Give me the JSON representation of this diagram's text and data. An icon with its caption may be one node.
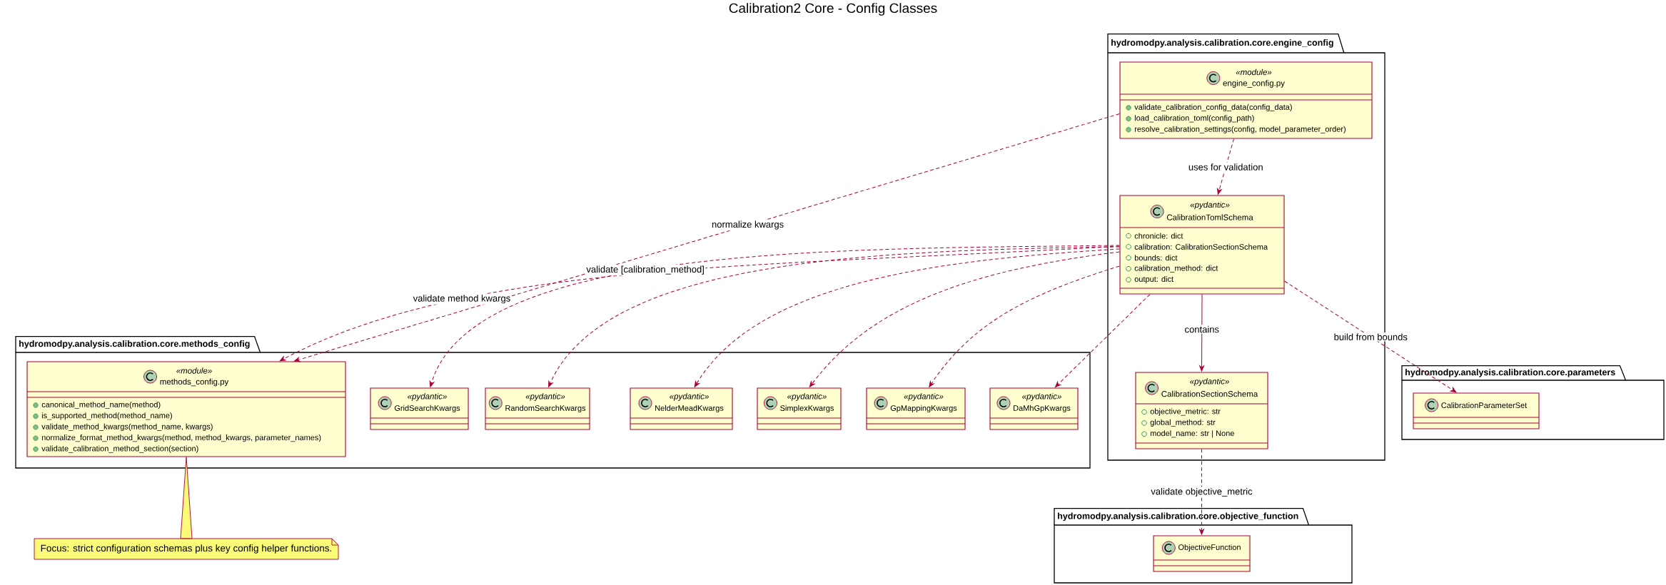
{
  "diagram": {
    "title": "Calibration2 Core - Config Classes",
    "nodes": [
      {
        "text": [
          "hydromodpy.analysis.calibration.core.engine_config"
        ]
      },
      {
        "text": [
          "«module»",
          "engine_config.py",
          "validate_calibration_config_data(config_data)",
          "load_calibration_toml(config_path)",
          "resolve_calibration_settings(config, model_parameter_order)"
        ],
        "in": 0
      },
      {
        "text": [
          "«pydantic»",
          "CalibrationTomlSchema",
          "chronicle: dict",
          "calibration: CalibrationSectionSchema",
          "bounds: dict",
          "calibration_method: dict",
          "output: dict"
        ],
        "in": 0
      },
      {
        "text": [
          "«pydantic»",
          "CalibrationSectionSchema",
          "objective_metric: str",
          "global_method: str",
          "model_name: str | None"
        ],
        "in": 0
      },
      {
        "text": [
          "hydromodpy.analysis.calibration.core.methods_config"
        ]
      },
      {
        "text": [
          "«module»",
          "methods_config.py",
          "canonical_method_name(method)",
          "is_supported_method(method_name)",
          "validate_method_kwargs(method_name, kwargs)",
          "normalize_format_method_kwargs(method, method_kwargs, parameter_names)",
          "validate_calibration_method_section(section)"
        ],
        "in": 4
      },
      {
        "text": [
          "«pydantic»",
          "GridSearchKwargs"
        ],
        "in": 4
      },
      {
        "text": [
          "«pydantic»",
          "RandomSearchKwargs"
        ],
        "in": 4
      },
      {
        "text": [
          "«pydantic»",
          "NelderMeadKwargs"
        ],
        "in": 4
      },
      {
        "text": [
          "«pydantic»",
          "SimplexKwargs"
        ],
        "in": 4
      },
      {
        "text": [
          "«pydantic»",
          "GpMappingKwargs"
        ],
        "in": 4
      },
      {
        "text": [
          "«pydantic»",
          "DaMhGpKwargs"
        ],
        "in": 4
      },
      {
        "text": [
          "hydromodpy.analysis.calibration.core.parameters"
        ]
      },
      {
        "text": [
          "CalibrationParameterSet"
        ],
        "in": 12
      },
      {
        "text": [
          "hydromodpy.analysis.calibration.core.objective_function"
        ]
      },
      {
        "text": [
          "ObjectiveFunction"
        ],
        "in": 14
      },
      {
        "text": [
          "Focus: strict configuration schemas plus key config helper functions."
        ]
      }
    ],
    "edges": [
      {
        "from": 1,
        "to": 5,
        "arrow": "to",
        "label": "normalize kwargs",
        "style": "dashed"
      },
      {
        "from": 1,
        "to": 2,
        "arrow": "to",
        "label": "uses for validation",
        "style": "dashed"
      },
      {
        "from": 2,
        "to": 5,
        "arrow": "to",
        "label": "validate method kwargs",
        "style": "dashed"
      },
      {
        "from": 2,
        "to": 6,
        "arrow": "to",
        "label": "validate [calibration_method]",
        "style": "dashed"
      },
      {
        "from": 2,
        "to": 7,
        "arrow": "to",
        "style": "dashed"
      },
      {
        "from": 2,
        "to": 8,
        "arrow": "to",
        "style": "dashed"
      },
      {
        "from": 2,
        "to": 9,
        "arrow": "to",
        "style": "dashed"
      },
      {
        "from": 2,
        "to": 10,
        "arrow": "to",
        "style": "dashed"
      },
      {
        "from": 2,
        "to": 11,
        "arrow": "to",
        "style": "dashed"
      },
      {
        "from": 2,
        "to": 3,
        "arrow": "to",
        "label": "contains"
      },
      {
        "from": 2,
        "to": 13,
        "arrow": "to",
        "label": "build from bounds",
        "style": "dashed"
      },
      {
        "from": 3,
        "to": 15,
        "arrow": "to",
        "label": "validate objective_metric",
        "style": "dashed"
      },
      {
        "from": 16,
        "to": 5,
        "arrow": "none"
      }
    ]
  }
}
